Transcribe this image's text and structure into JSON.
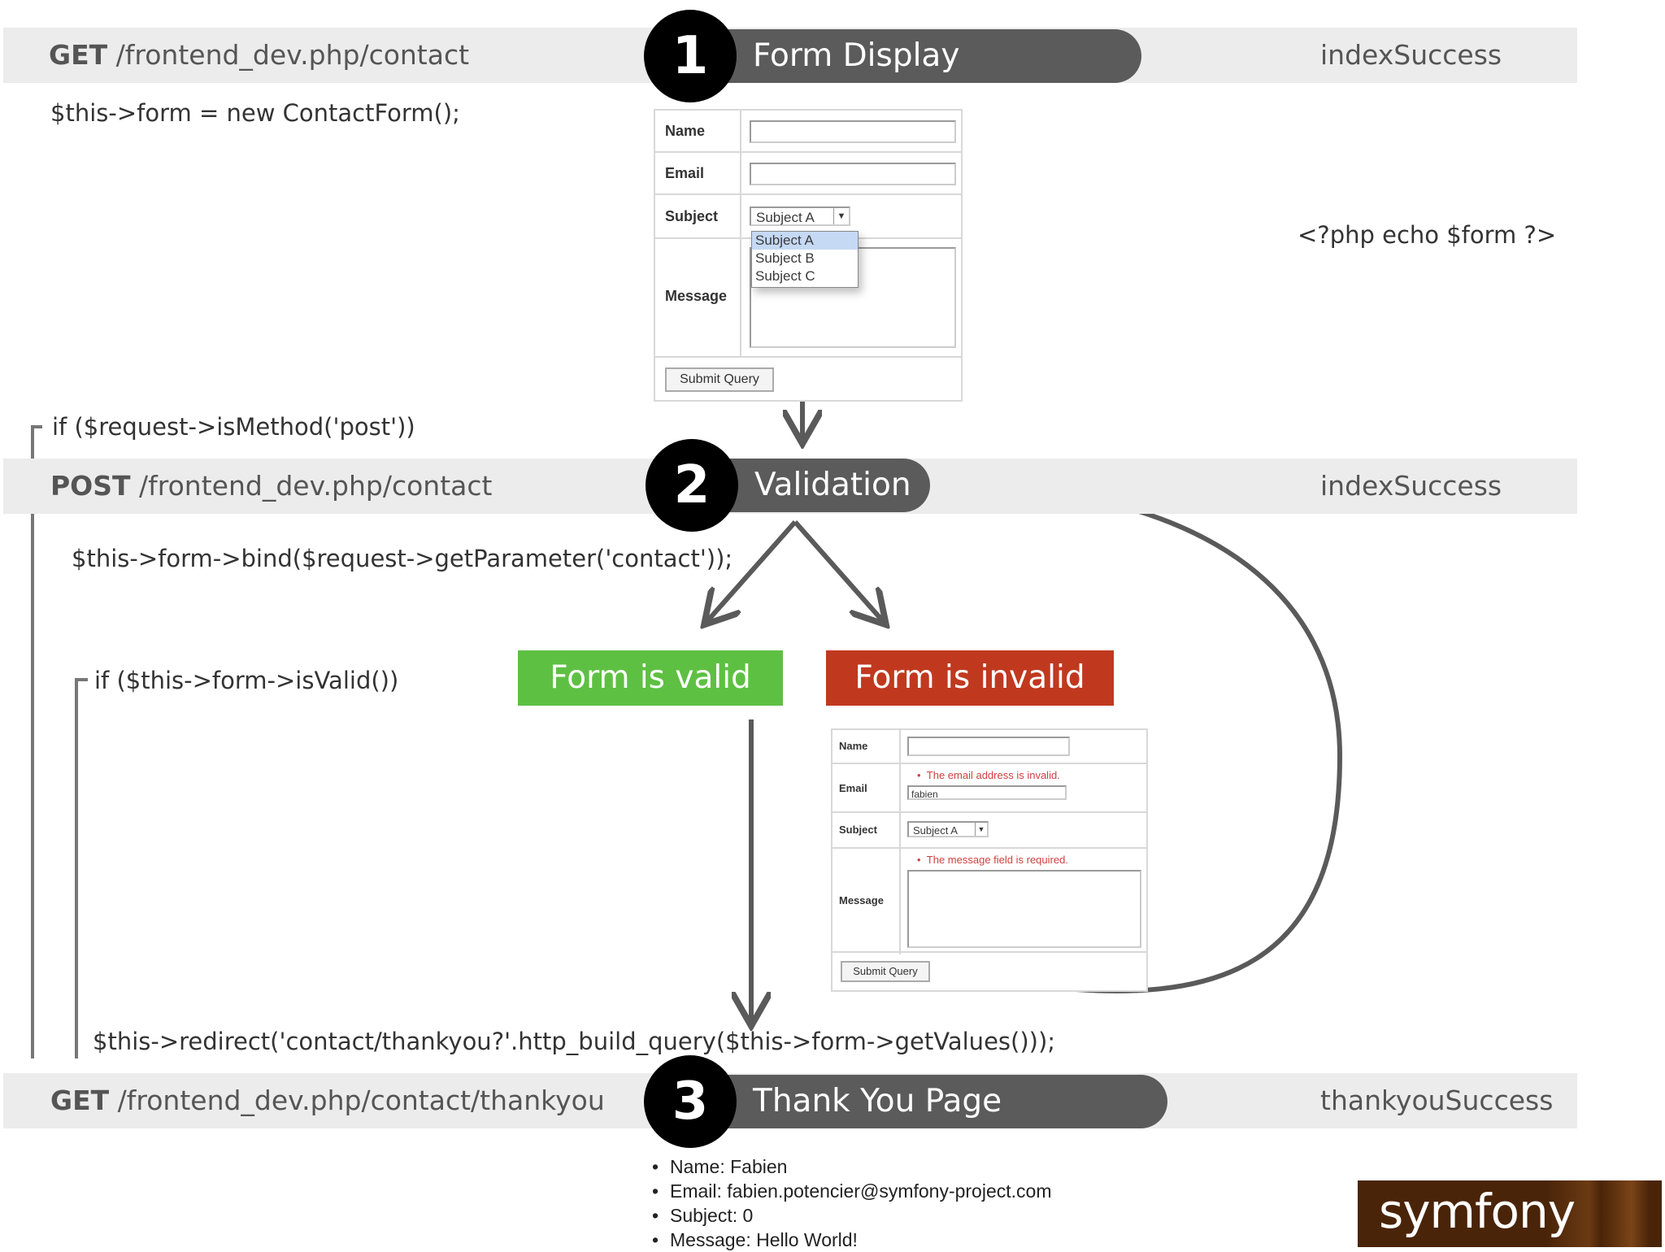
{
  "steps": [
    {
      "number": "1",
      "title": "Form Display",
      "method": "GET",
      "path": "/frontend_dev.php/contact",
      "template": "indexSuccess"
    },
    {
      "number": "2",
      "title": "Validation",
      "method": "POST",
      "path": "/frontend_dev.php/contact",
      "template": "indexSuccess"
    },
    {
      "number": "3",
      "title": "Thank You Page",
      "method": "GET",
      "path": "/frontend_dev.php/contact/thankyou",
      "template": "thankyouSuccess"
    }
  ],
  "code": {
    "new_form": "$this->form = new ContactForm();",
    "echo_form": "<?php echo $form ?>",
    "is_post": "if ($request->isMethod('post'))",
    "bind": "$this->form->bind($request->getParameter('contact'));",
    "is_valid": "if ($this->form->isValid())",
    "redirect": "$this->redirect('contact/thankyou?'.http_build_query($this->form->getValues()));"
  },
  "form": {
    "labels": {
      "name": "Name",
      "email": "Email",
      "subject": "Subject",
      "message": "Message"
    },
    "subject_selected": "Subject A",
    "subject_options": [
      "Subject A",
      "Subject B",
      "Subject C"
    ],
    "submit_label": "Submit Query"
  },
  "outcomes": {
    "valid_label": "Form is valid",
    "invalid_label": "Form is invalid",
    "valid_color": "#5ec043",
    "invalid_color": "#c0391f"
  },
  "invalid_form": {
    "labels": {
      "name": "Name",
      "email": "Email",
      "subject": "Subject",
      "message": "Message"
    },
    "email_error": "The email address is invalid.",
    "email_value": "fabien",
    "subject_value": "Subject A",
    "message_error": "The message field is required.",
    "submit_label": "Submit Query"
  },
  "thankyou_items": [
    "Name: Fabien",
    "Email: fabien.potencier@symfony-project.com",
    "Subject: 0",
    "Message: Hello World!"
  ],
  "brand": {
    "logo_text": "symfony",
    "logo_bg": "#4a2408"
  }
}
